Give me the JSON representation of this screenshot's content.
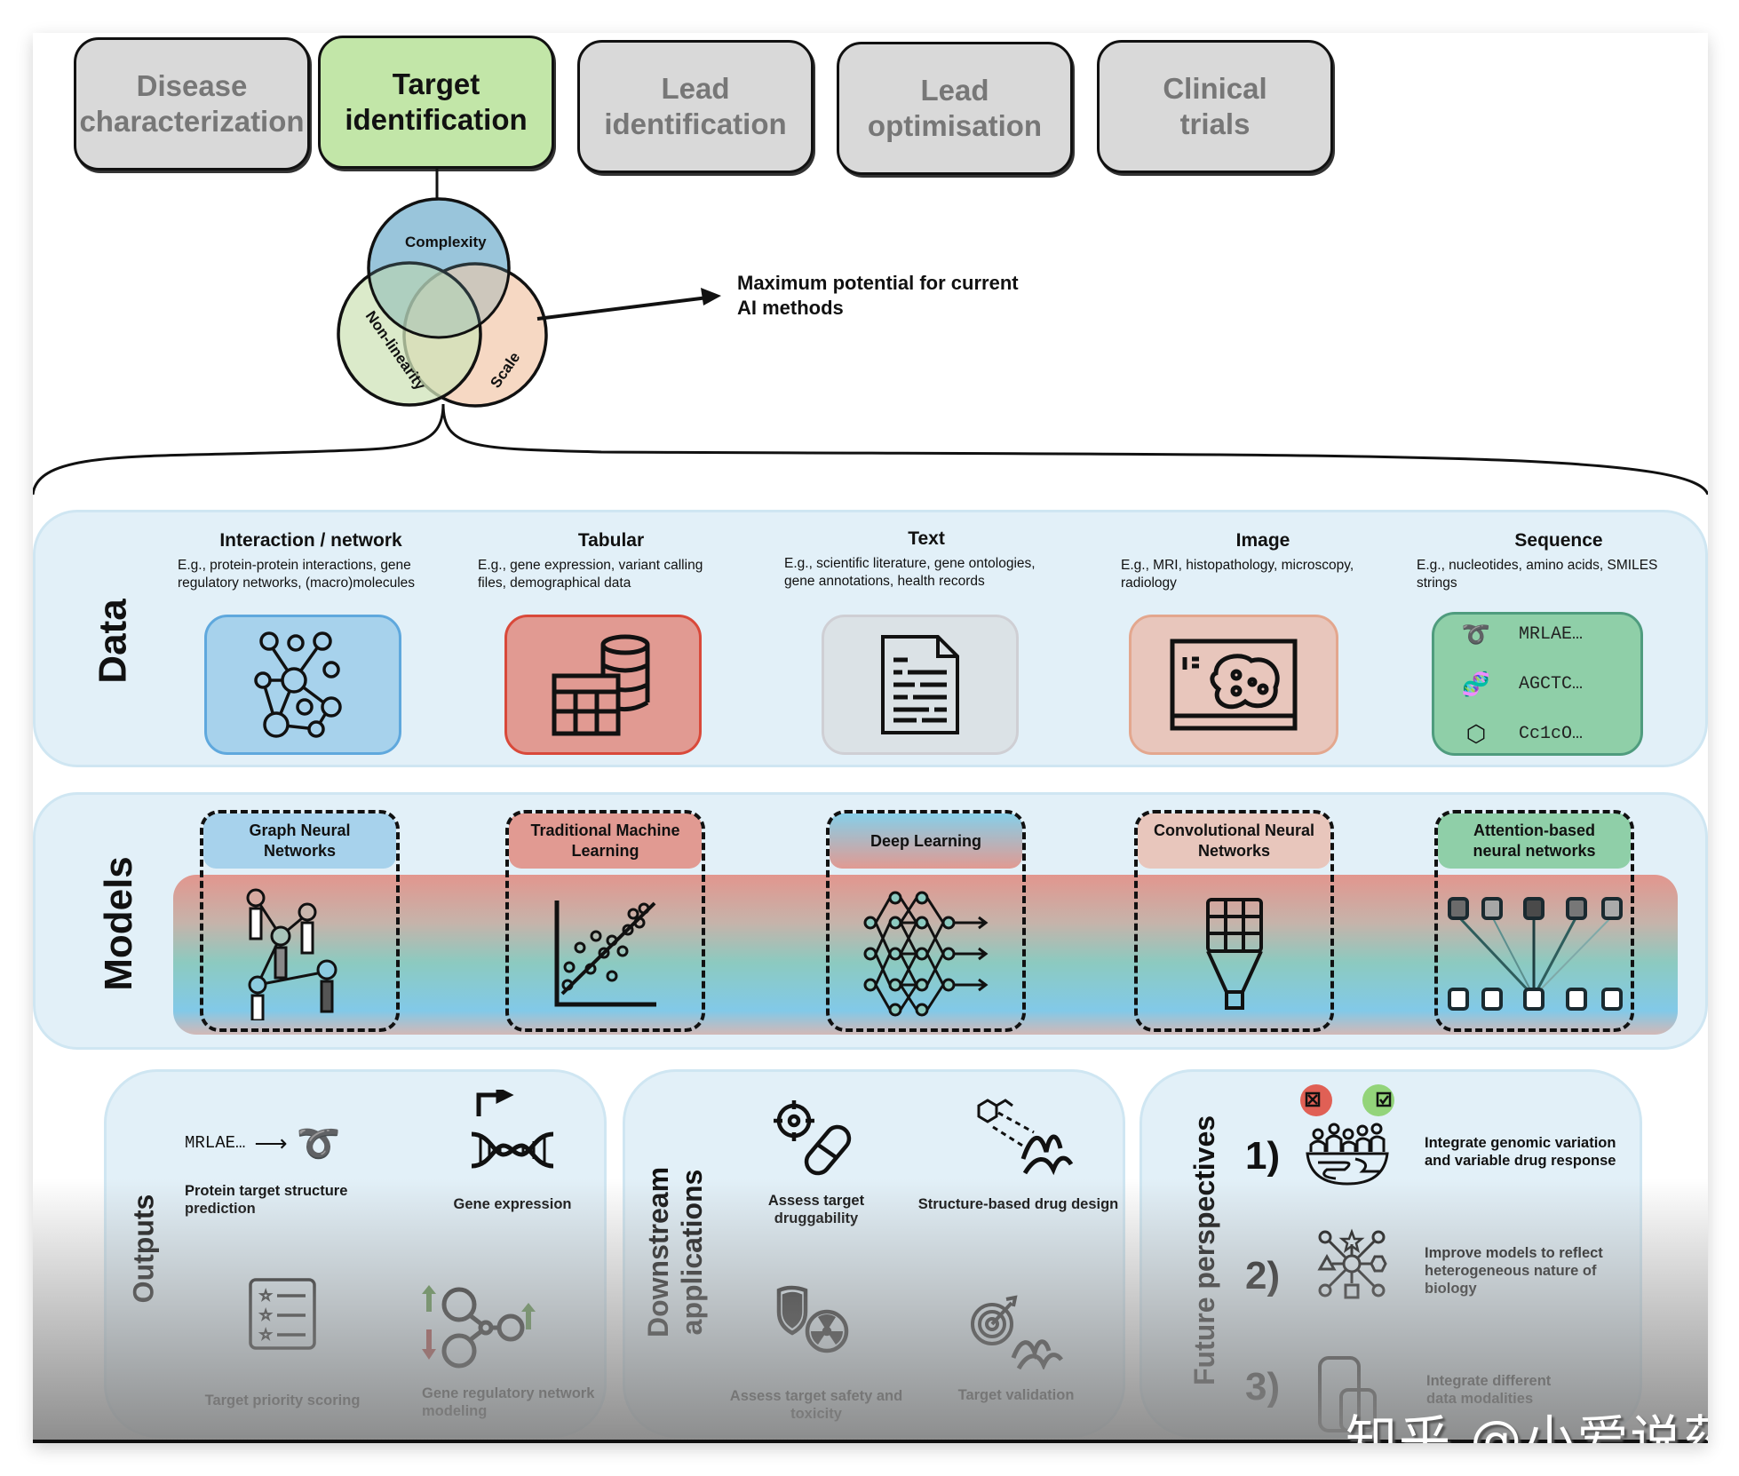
{
  "pipeline": {
    "stages": [
      {
        "label_line1": "Disease",
        "label_line2": "characterization",
        "active": false
      },
      {
        "label_line1": "Target",
        "label_line2": "identification",
        "active": true
      },
      {
        "label_line1": "Lead",
        "label_line2": "identification",
        "active": false
      },
      {
        "label_line1": "Lead",
        "label_line2": "optimisation",
        "active": false
      },
      {
        "label_line1": "Clinical",
        "label_line2": "trials",
        "active": false
      }
    ]
  },
  "venn": {
    "sets": [
      {
        "label": "Complexity",
        "color": "#a9d2ea"
      },
      {
        "label": "Non-linearity",
        "color": "#d4e8c4"
      },
      {
        "label": "Scale",
        "color": "#f5d4bd"
      }
    ],
    "callout_line1": "Maximum potential for current",
    "callout_line2": "AI methods"
  },
  "data_section": {
    "title": "Data",
    "types": [
      {
        "title": "Interaction / network",
        "desc_line1": "E.g., protein-protein interactions, gene",
        "desc_line2": "regulatory networks, (macro)molecules",
        "icon": "network-graph-icon",
        "fill": "#a7d2ec",
        "border": "#5fa8dd"
      },
      {
        "title": "Tabular",
        "desc_line1": "E.g., gene expression, variant calling",
        "desc_line2": "files, demographical data",
        "icon": "table-database-icon",
        "fill": "#e19a92",
        "border": "#d9493a"
      },
      {
        "title": "Text",
        "desc_line1": "E.g., scientific literature, gene ontologies,",
        "desc_line2": "gene annotations, health records",
        "icon": "document-icon",
        "fill": "#dbe2e6",
        "border": "#cfcfd4"
      },
      {
        "title": "Image",
        "desc_line1": "E.g., MRI, histopathology, microscopy,",
        "desc_line2": "radiology",
        "icon": "microscopy-image-icon",
        "fill": "#e8c6bc",
        "border": "#e3a78e"
      },
      {
        "title": "Sequence",
        "desc_line1": "E.g., nucleotides, amino acids, SMILES",
        "desc_line2": "strings",
        "icon": "sequence-icon",
        "fill": "#8fcfa8",
        "border": "#4f9c7e",
        "sequences": [
          {
            "icon": "protein-helix-icon",
            "text": "MRLAE…"
          },
          {
            "icon": "dna-icon",
            "text": "AGCTC…"
          },
          {
            "icon": "molecule-icon",
            "text": "Cc1cO…"
          }
        ]
      }
    ]
  },
  "models_section": {
    "title": "Models",
    "models": [
      {
        "label_line1": "Graph Neural",
        "label_line2": "Networks",
        "tag_color": "#a7d2ec",
        "icon": "graph-nn-icon"
      },
      {
        "label_line1": "Traditional Machine",
        "label_line2": "Learning",
        "tag_color": "#e19a92",
        "icon": "scatter-regression-icon"
      },
      {
        "label_line1": "Deep Learning",
        "label_line2": "",
        "tag_color": "gradient",
        "icon": "neural-network-icon"
      },
      {
        "label_line1": "Convolutional Neural",
        "label_line2": "Networks",
        "tag_color": "#e8c6bc",
        "icon": "cnn-filter-icon"
      },
      {
        "label_line1": "Attention-based",
        "label_line2": "neural networks",
        "tag_color": "#8fcfa8",
        "icon": "attention-icon"
      }
    ]
  },
  "outputs": {
    "title": "Outputs",
    "seq_text": "MRLAE…",
    "items": [
      {
        "label_line1": "Protein target structure",
        "label_line2": "prediction",
        "icon": "protein-structure-icon"
      },
      {
        "label_line1": "Gene expression",
        "label_line2": "",
        "icon": "gene-expression-icon"
      },
      {
        "label_line1": "Target priority scoring",
        "label_line2": "",
        "icon": "ranked-list-icon"
      },
      {
        "label_line1": "Gene regulatory network",
        "label_line2": "modeling",
        "icon": "regulatory-network-icon"
      }
    ]
  },
  "downstream": {
    "title_line1": "Downstream",
    "title_line2": "applications",
    "items": [
      {
        "label_line1": "Assess target",
        "label_line2": "druggability",
        "icon": "target-pill-icon"
      },
      {
        "label_line1": "Structure-based drug design",
        "label_line2": "",
        "icon": "molecule-protein-icon"
      },
      {
        "label_line1": "Assess target safety and",
        "label_line2": "toxicity",
        "icon": "shield-radiation-icon"
      },
      {
        "label_line1": "Target validation",
        "label_line2": "",
        "icon": "bullseye-protein-icon"
      }
    ]
  },
  "future": {
    "title": "Future perspectives",
    "items": [
      {
        "number": "1)",
        "label_line1": "Integrate genomic variation",
        "label_line2": "and variable drug response",
        "label_line3": "",
        "icon": "population-globe-icon"
      },
      {
        "number": "2)",
        "label_line1": "Improve models to reflect",
        "label_line2": "heterogeneous nature of",
        "label_line3": "biology",
        "icon": "heterogeneous-hub-icon"
      },
      {
        "number": "3)",
        "label_line1": "Integrate different",
        "label_line2": "data modalities",
        "label_line3": "",
        "icon": "modalities-icon"
      }
    ]
  },
  "watermark": "知乎 @小爱说药"
}
